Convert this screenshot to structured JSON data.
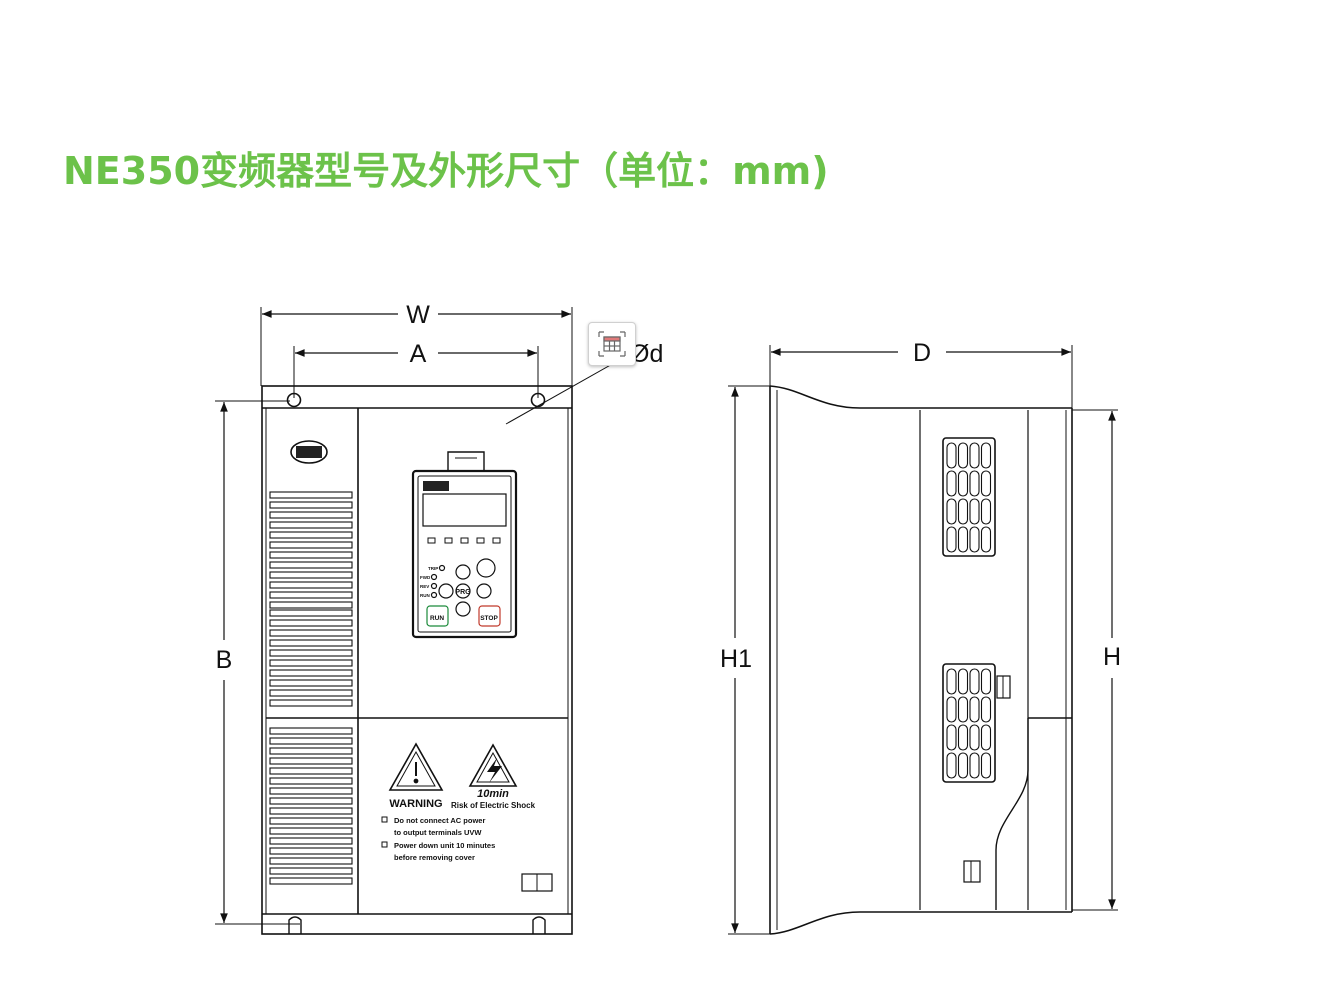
{
  "title": "NE350变频器型号及外形尺寸（单位：mm)",
  "front_view": {
    "dims": {
      "w": "W",
      "a": "A",
      "b": "B",
      "d": "Ød"
    },
    "keypad": {
      "led_labels": [
        "TRIP",
        "FWD",
        "REV",
        "RUN"
      ],
      "buttons": {
        "prg": "PRG",
        "run": "RUN",
        "stop": "STOP"
      }
    },
    "warning": {
      "warning_label": "WARNING",
      "time_label": "10min",
      "shock_label": "Risk of Electric Shock",
      "notes": [
        "Do not connect AC power",
        "to output terminals UVW",
        "Power down unit 10 minutes",
        "before removing cover"
      ]
    }
  },
  "side_view": {
    "dims": {
      "d": "D",
      "h1": "H1",
      "h": "H"
    }
  },
  "colors": {
    "title": "#6cc24a",
    "line": "#111111"
  },
  "icons": {
    "table_button": "table-grid-icon"
  }
}
